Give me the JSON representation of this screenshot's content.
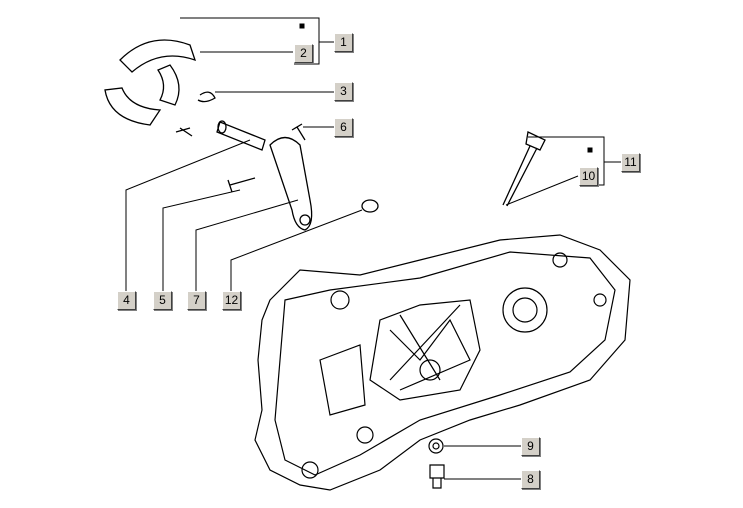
{
  "diagram": {
    "callouts": [
      "1",
      "2",
      "3",
      "4",
      "5",
      "6",
      "7",
      "8",
      "9",
      "10",
      "11",
      "12"
    ],
    "colors": {
      "line": "#000000",
      "button": "#d4d0c8"
    }
  }
}
